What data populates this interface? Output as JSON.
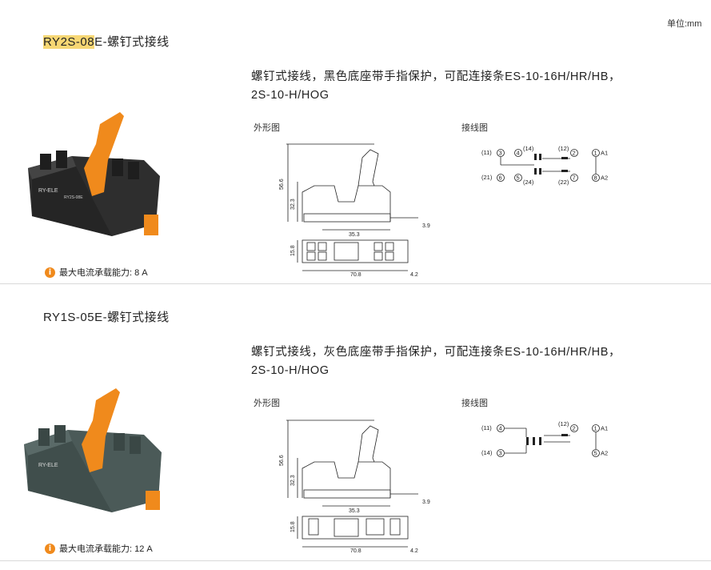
{
  "unit_label": "单位:mm",
  "sections": [
    {
      "model_highlight": "RY2S-08",
      "title_rest": "E-螺钉式接线",
      "description_line1": "螺钉式接线，黑色底座带手指保护，可配连接条ES-10-16H/HR/HB，",
      "description_line2": "2S-10-H/HOG",
      "outline_label": "外形图",
      "wiring_label": "接线图",
      "capacity": "最大电流承载能力: 8 A",
      "product_color": "#2e2e2e",
      "product_print": [
        "RY-ELE",
        "RY2S-08E"
      ],
      "dims": {
        "height": "56.6",
        "inner": "32.3",
        "width_top": "35.3",
        "rail": "3.9",
        "depth": "15.8",
        "length": "70.8",
        "side": "4.2"
      },
      "wiring": {
        "left_top": "(11)",
        "left_bottom": "(21)",
        "mid_top": "(14)",
        "mid_bottom": "(24)",
        "right_top": "(12)",
        "right_bottom": "(22)",
        "t3": "3",
        "t4": "4",
        "t6": "6",
        "t5": "5",
        "t2": "2",
        "t7": "7",
        "t1": "1",
        "t8": "8",
        "a1": "A1",
        "a2": "A2"
      }
    },
    {
      "model": "RY1S-05E-螺钉式接线",
      "description_line1": "螺钉式接线，灰色底座带手指保护，可配连接条ES-10-16H/HR/HB，",
      "description_line2": "2S-10-H/HOG",
      "outline_label": "外形图",
      "wiring_label": "接线图",
      "capacity": "最大电流承载能力: 12 A",
      "product_color": "#4b5a58",
      "product_print": [
        "RY-ELE"
      ],
      "dims": {
        "height": "56.6",
        "inner": "32.3",
        "width_top": "35.3",
        "rail": "3.9",
        "depth": "15.8",
        "length": "70.8",
        "side": "4.2"
      },
      "wiring": {
        "left_top": "(11)",
        "left_bottom": "(14)",
        "right_top": "(12)",
        "t4": "4",
        "t3": "3",
        "t2": "2",
        "t1": "1",
        "t5": "5",
        "a1": "A1",
        "a2": "A2"
      }
    }
  ],
  "info_icon_glyph": "i",
  "accent_orange": "#f08a1c",
  "highlight_color": "#f7d774"
}
